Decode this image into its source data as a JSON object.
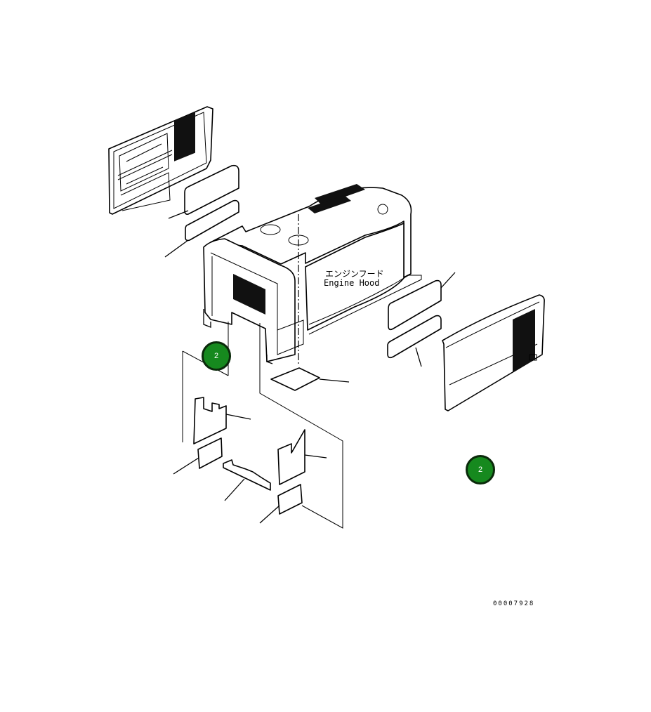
{
  "labels": {
    "title_jp": "エンジンフード",
    "title_en": "Engine Hood",
    "drawing_number": "00007928"
  },
  "callouts": [
    {
      "number": "2"
    },
    {
      "number": "2"
    }
  ],
  "colors": {
    "callout_fill": "#16891e",
    "callout_border": "#0b2a0b",
    "line": "#000000",
    "background": "#ffffff"
  }
}
